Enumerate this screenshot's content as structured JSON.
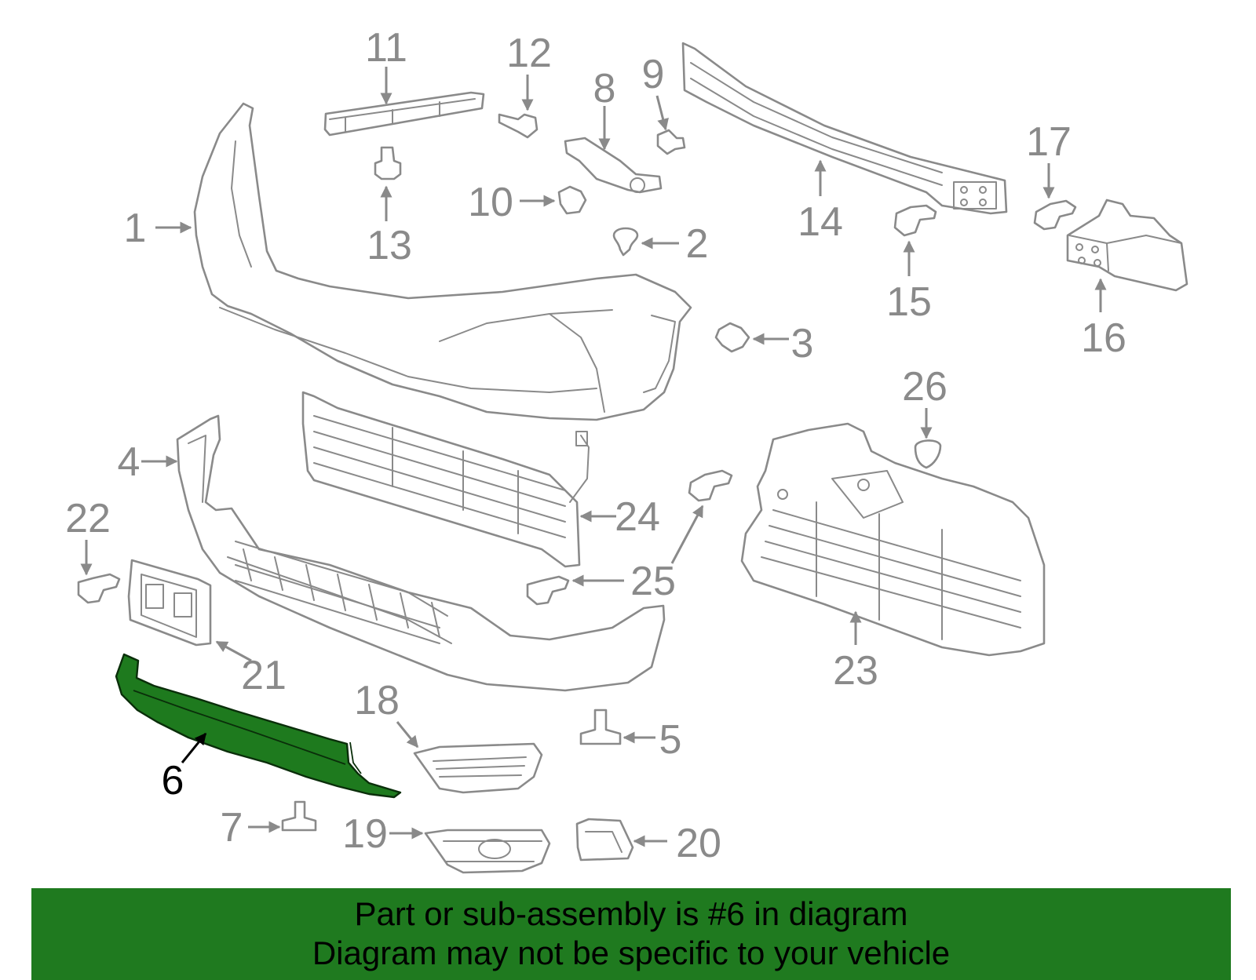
{
  "diagram": {
    "highlight_color": "#1e7a1e",
    "highlighted_part": "6",
    "callouts": [
      "1",
      "2",
      "3",
      "4",
      "5",
      "6",
      "7",
      "8",
      "9",
      "10",
      "11",
      "12",
      "13",
      "14",
      "15",
      "16",
      "17",
      "18",
      "19",
      "20",
      "21",
      "22",
      "23",
      "24",
      "25",
      "26"
    ]
  },
  "banner": {
    "background": "#1f7a1f",
    "line1": "Part or sub-assembly is #6 in diagram",
    "line2": "Diagram may not be specific to your vehicle"
  }
}
